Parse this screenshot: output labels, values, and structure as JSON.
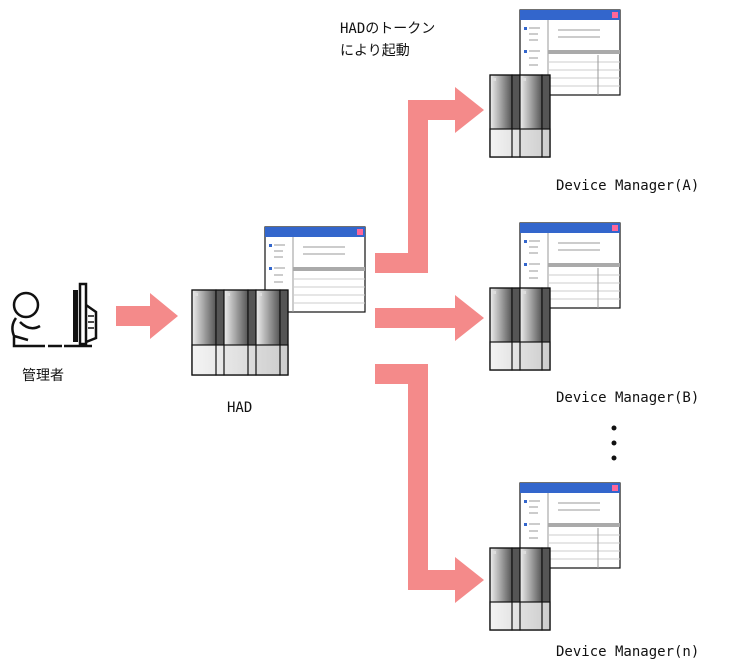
{
  "title": "",
  "labels": {
    "admin": "管理者",
    "had": "HAD",
    "token_line1": "HADのトークン",
    "token_line2": "により起動",
    "dm_a": "Device Manager(A)",
    "dm_b": "Device Manager(B)",
    "dm_n": "Device Manager(n)"
  },
  "icons": {
    "admin": "person-at-computer-icon",
    "server": "server-rack-icon",
    "window": "app-window-icon",
    "arrow": "flow-arrow"
  },
  "colors": {
    "arrow": "#f48a8a",
    "title_bar": "#3366cc",
    "window_close": "#ff6699",
    "server_dark": "#555555",
    "server_light": "#dddddd"
  }
}
